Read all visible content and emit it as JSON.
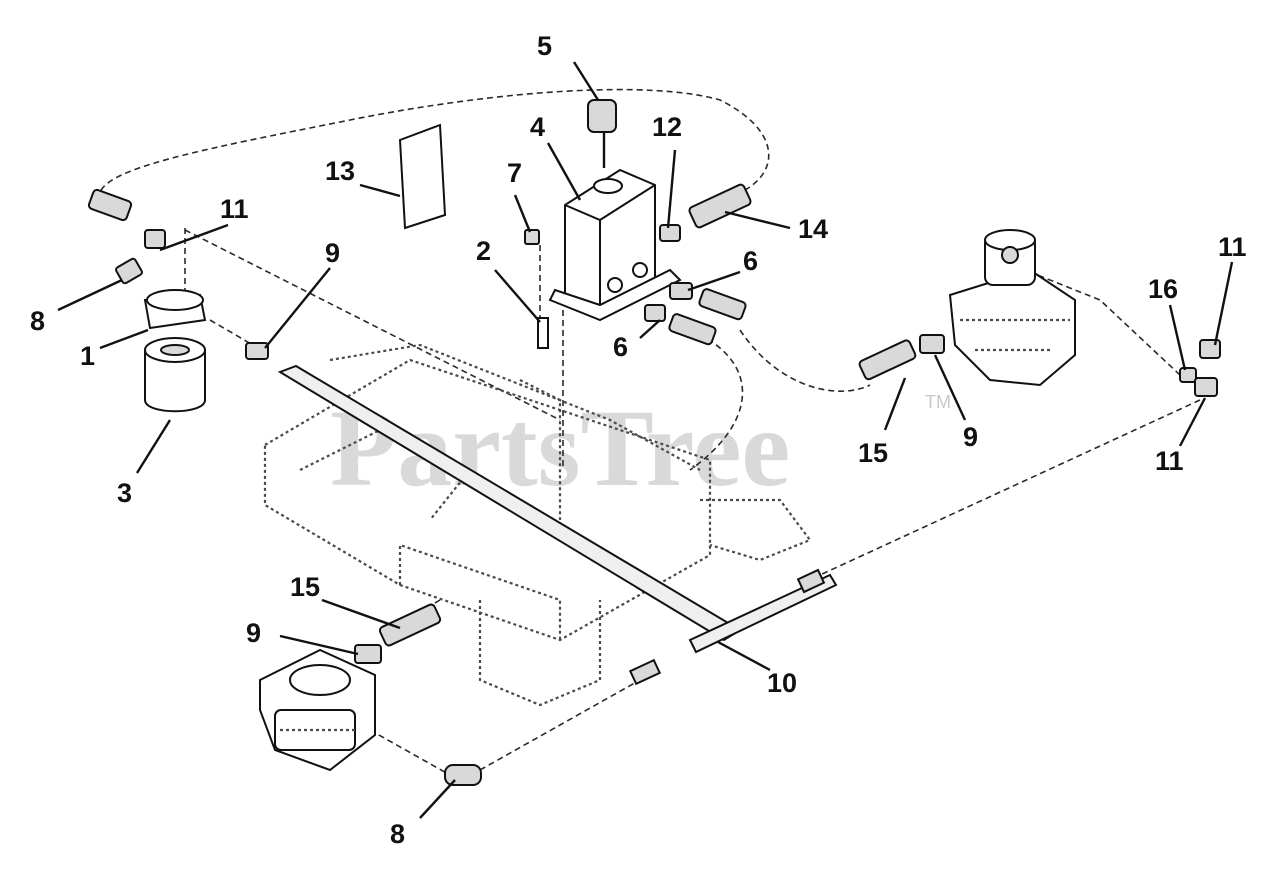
{
  "watermark": {
    "text": "PartsTree",
    "mark": "TM"
  },
  "callouts": {
    "c1": "1",
    "c2": "2",
    "c3": "3",
    "c4": "4",
    "c5": "5",
    "c6a": "6",
    "c6b": "6",
    "c7": "7",
    "c8a": "8",
    "c8b": "8",
    "c9a": "9",
    "c9b": "9",
    "c9c": "9",
    "c10": "10",
    "c11a": "11",
    "c11b": "11",
    "c11c": "11",
    "c12": "12",
    "c13": "13",
    "c14": "14",
    "c15a": "15",
    "c15b": "15",
    "c16": "16"
  }
}
